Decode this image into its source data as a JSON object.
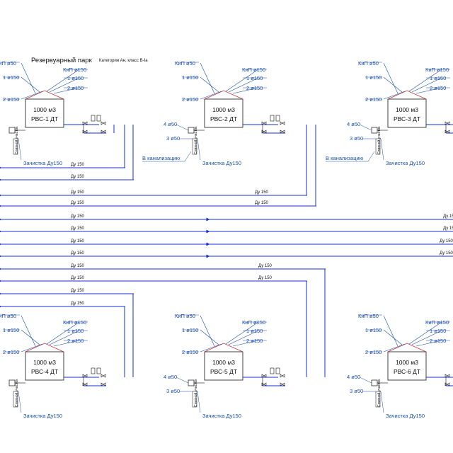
{
  "title": "Резервуарный парк",
  "category": "Категория Ан, класс В-Iа",
  "tanks": [
    {
      "volume": "1000 м3",
      "name": "РВС-1 ДТ"
    },
    {
      "volume": "1000 м3",
      "name": "РВС-2 ДТ"
    },
    {
      "volume": "1000 м3",
      "name": "РВС-3 ДТ"
    },
    {
      "volume": "1000 м3",
      "name": "РВС-4 ДТ"
    },
    {
      "volume": "1000 м3",
      "name": "РВС-5 ДТ"
    },
    {
      "volume": "1000 м3",
      "name": "РВС-6 ДТ"
    }
  ],
  "nozzles": {
    "kip_left": "КиП ø50",
    "kip_right": "КиП ø150",
    "n1_left": "1 ø150",
    "n1_right": "1 ø150",
    "n2_left": "2 ø150",
    "n2_right": "2 ø150",
    "n3": "3 ø50",
    "n4": "4 ø50"
  },
  "sampler": "Сливной участок",
  "sewer": "В канализацию",
  "cleaning": "Зачистка Ду150",
  "pipe_label": "Ду 150"
}
